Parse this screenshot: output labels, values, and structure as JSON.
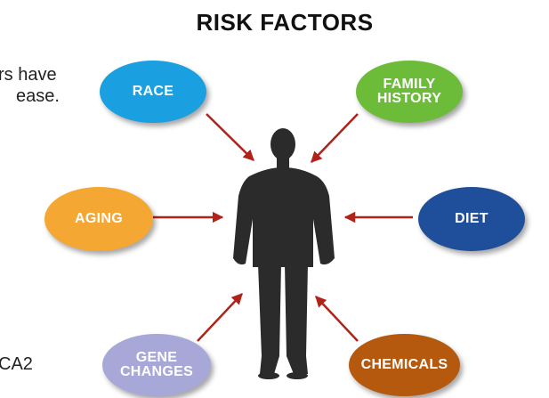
{
  "title": "RISK FACTORS",
  "side_text": {
    "line1": "rs have",
    "line2": "ease.",
    "line3": "CA2"
  },
  "factors": {
    "race": {
      "line1": "RACE",
      "line2": "",
      "color": "#1a9fe0"
    },
    "family_history": {
      "line1": "FAMILY",
      "line2": "HISTORY",
      "color": "#6cbc3a"
    },
    "aging": {
      "line1": "AGING",
      "line2": "",
      "color": "#f5a733"
    },
    "diet": {
      "line1": "DIET",
      "line2": "",
      "color": "#1f4f9a"
    },
    "gene_changes": {
      "line1": "GENE",
      "line2": "CHANGES",
      "color": "#a8a8d8"
    },
    "chemicals": {
      "line1": "CHEMICALS",
      "line2": "",
      "color": "#b4590e"
    }
  },
  "colors": {
    "arrow": "#b02318",
    "silhouette": "#2b2b2b"
  },
  "icons": {
    "person": "person-silhouette-icon"
  }
}
